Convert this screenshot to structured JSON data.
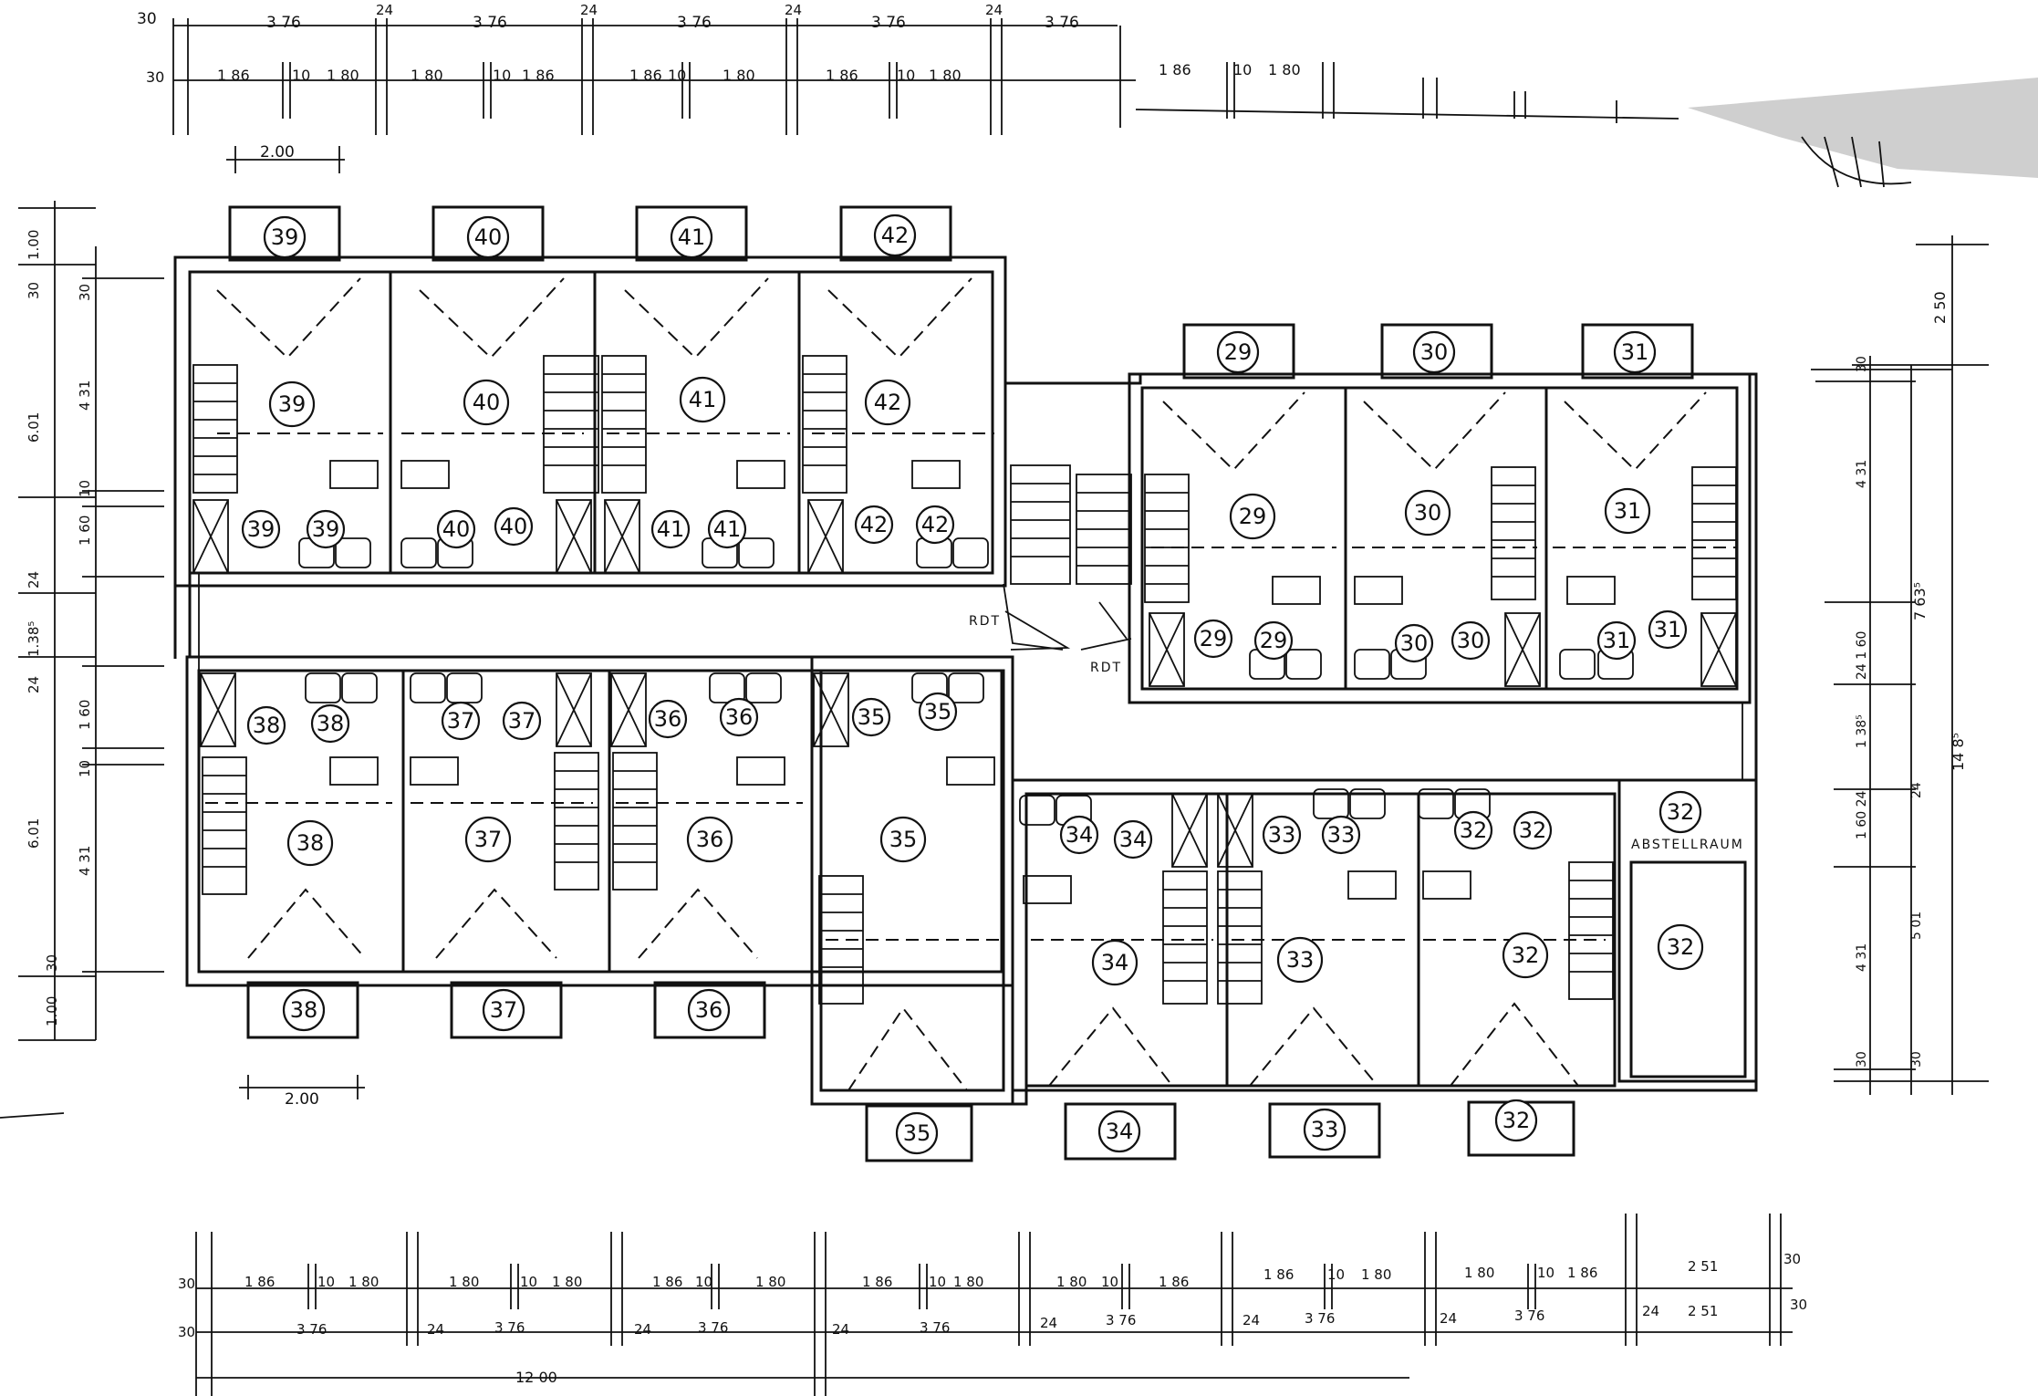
{
  "units": {
    "upper_balcony": [
      "39",
      "40",
      "41",
      "42"
    ],
    "upper_room": [
      "39",
      "40",
      "41",
      "42"
    ],
    "upper_bath_pairs": [
      [
        "39",
        "39"
      ],
      [
        "40",
        "40"
      ],
      [
        "41",
        "41"
      ],
      [
        "42",
        "42"
      ]
    ],
    "east_balcony": [
      "29",
      "30",
      "31"
    ],
    "east_room": [
      "29",
      "30",
      "31"
    ],
    "east_bath_pairs": [
      [
        "29",
        "29"
      ],
      [
        "30",
        "30"
      ],
      [
        "31",
        "31"
      ]
    ],
    "lower_bath_pairs": [
      [
        "38",
        "38"
      ],
      [
        "37",
        "37"
      ],
      [
        "36",
        "36"
      ],
      [
        "35",
        "35"
      ]
    ],
    "lower_room": [
      "38",
      "37",
      "36",
      "35"
    ],
    "lower_balcony": [
      "38",
      "37",
      "36",
      "35"
    ],
    "se_bath_pairs": [
      [
        "34",
        "34"
      ],
      [
        "33",
        "33"
      ],
      [
        "32",
        "32"
      ]
    ],
    "se_room": [
      "34",
      "33",
      "32"
    ],
    "se_balcony": [
      "34",
      "33",
      "32"
    ],
    "storage_unit": "32",
    "storage_room": "32"
  },
  "labels": {
    "storage": "ABSTELLRAUM",
    "rdt_1": "RDT",
    "rdt_2": "RDT"
  },
  "dimensions": {
    "top_row1": [
      "30",
      "3 76",
      "24",
      "3 76",
      "24",
      "3 76",
      "24",
      "3 76",
      "24",
      "3 76"
    ],
    "top_row2": [
      "30",
      "1 86",
      "10",
      "1 80",
      "1 80",
      "10",
      "1 86",
      "1 86",
      "10",
      "1 80",
      "1 86",
      "10",
      "1 80",
      "1 86",
      "10",
      "1 80"
    ],
    "top_balcony_width": "2.00",
    "bottom_balcony_width": "2.00",
    "bottom_row1": [
      "30",
      "1 86",
      "10",
      "1 80",
      "1 80",
      "10",
      "1 80",
      "1 86",
      "10",
      "1 80",
      "1 86",
      "10",
      "1 80",
      "1 80",
      "10",
      "1 86",
      "1 86",
      "10",
      "1 80",
      "1 80",
      "10",
      "1 86",
      "2 51",
      "30"
    ],
    "bottom_row2": [
      "30",
      "3 76",
      "24",
      "3 76",
      "24",
      "3 76",
      "24",
      "3 76",
      "24",
      "3 76",
      "24",
      "3 76",
      "24",
      "3 76",
      "24",
      "2 51",
      "30"
    ],
    "bottom_total": "12 00",
    "left_outer": [
      "1.00",
      "6.01",
      "1.38⁵",
      "6.01",
      "1.00"
    ],
    "left_inner": [
      "30",
      "4 31",
      "10",
      "1 60",
      "24",
      "24",
      "1 60",
      "10",
      "4 31",
      "30"
    ],
    "left_small": [
      "30"
    ],
    "right_outer": [
      "2 50",
      "7 63⁵",
      "14 8⁵"
    ],
    "right_inner": [
      "30",
      "4 31",
      "24 1 60",
      "1 38⁵",
      "1 60 24",
      "24",
      "4 31",
      "5 01",
      "30",
      "30"
    ]
  },
  "colors": {
    "ink": "#111111",
    "paper": "#ffffff",
    "scan_shadow": "#cfcfcf"
  }
}
